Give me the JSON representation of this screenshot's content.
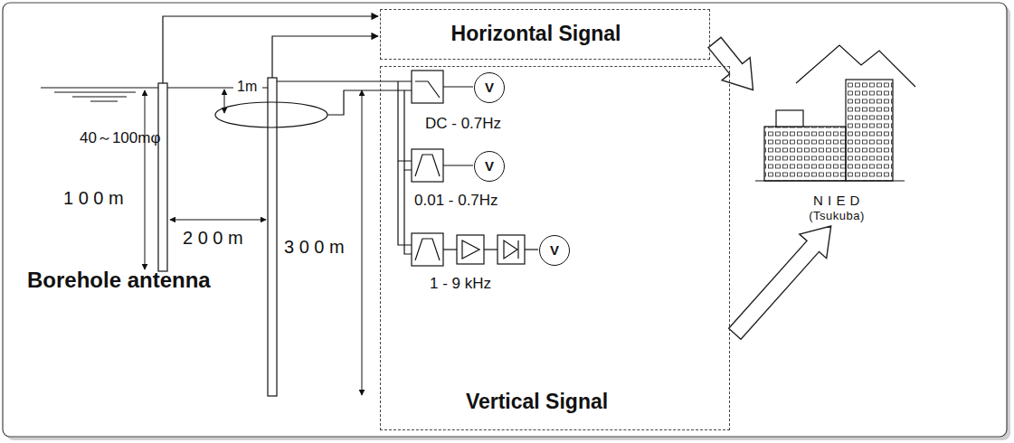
{
  "diagram": {
    "nodes": [
      {
        "text": [
          "Horizontal Signal"
        ]
      },
      {
        "text": [
          "Vertical Signal"
        ]
      },
      {
        "text": [
          "V"
        ],
        "in": 1
      },
      {
        "text": [
          "V"
        ],
        "in": 1
      },
      {
        "text": [
          "V"
        ],
        "in": 1
      },
      {
        "text": [
          "N I E D",
          "(Tsukuba)"
        ]
      }
    ],
    "edges": [
      {
        "from": 0,
        "to": 5,
        "arrow": "to"
      },
      {
        "from": 1,
        "to": 5,
        "arrow": "to"
      }
    ],
    "labels": [
      "1m",
      "40～100mφ",
      "1 0 0 m",
      "2 0 0 m",
      "3 0 0 m",
      "Borehole antenna",
      "DC - 0.7Hz",
      "0.01 - 0.7Hz",
      "1 - 9 kHz"
    ]
  }
}
